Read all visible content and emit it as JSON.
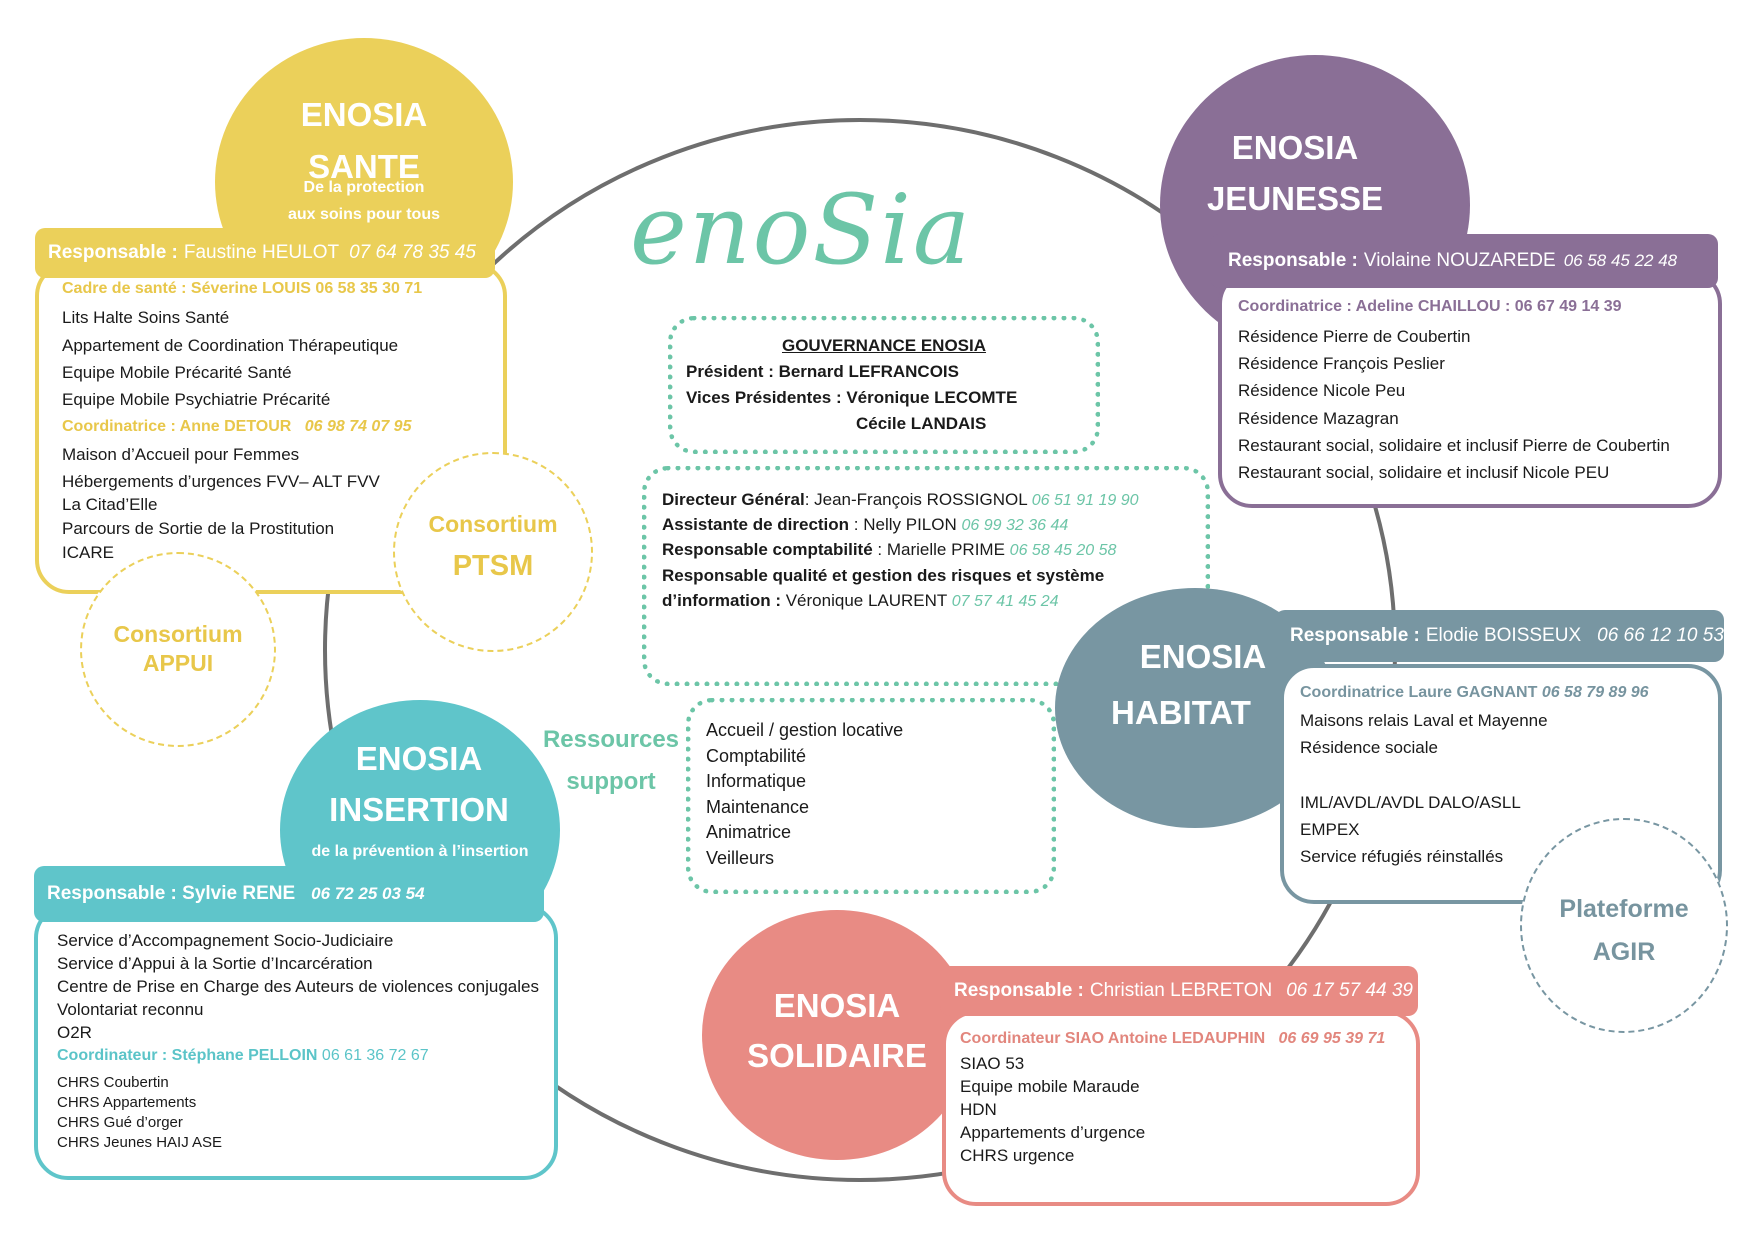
{
  "colors": {
    "sante": "#ebd05a",
    "jeunesse": "#8a6f96",
    "habitat": "#7896a2",
    "insertion": "#5fc5ca",
    "solidaire": "#e88b84",
    "accent_green": "#6cc5a7",
    "ring": "#6e6e6e"
  },
  "logo": {
    "text": "enoSia"
  },
  "sante": {
    "title1": "ENOSIA",
    "title2": "SANTE",
    "sub1": "De la protection",
    "sub2": "aux soins pour tous",
    "resp_label": "Responsable :",
    "resp_name": "Faustine HEULOT",
    "resp_phone": "07 64 78 35 45",
    "cadre": "Cadre de santé : Séverine LOUIS 06 58 35 30 71",
    "items1": [
      "Lits Halte Soins Santé",
      "Appartement de Coordination Thérapeutique",
      "Equipe Mobile Précarité Santé",
      "Equipe Mobile Psychiatrie Précarité"
    ],
    "coord_label": "Coordinatrice : Anne DETOUR",
    "coord_phone": "06 98 74 07 95",
    "items2": [
      "Maison d’Accueil pour Femmes",
      "Hébergements d’urgences FVV– ALT FVV",
      "La Citad’Elle",
      "Parcours de Sortie de la Prostitution",
      "ICARE"
    ]
  },
  "consortium_ptsm": {
    "line1": "Consortium",
    "line2": "PTSM"
  },
  "consortium_appui": {
    "line1": "Consortium",
    "line2": "APPUI"
  },
  "jeunesse": {
    "title1": "ENOSIA",
    "title2": "JEUNESSE",
    "resp_label": "Responsable :",
    "resp_name": "Violaine NOUZAREDE",
    "resp_phone": "06 58 45 22 48",
    "coord": "Coordinatrice : Adeline CHAILLOU : 06 67 49 14 39",
    "items": [
      "Résidence Pierre de Coubertin",
      "Résidence François Peslier",
      "Résidence Nicole Peu",
      "Résidence Mazagran",
      "Restaurant social, solidaire et inclusif Pierre de Coubertin",
      "Restaurant social, solidaire et inclusif Nicole PEU"
    ]
  },
  "gouvernance": {
    "title": "GOUVERNANCE ENOSIA",
    "president": "Président : Bernard LEFRANCOIS",
    "vices": "Vices Présidentes : Véronique LECOMTE",
    "vice2": "Cécile LANDAIS"
  },
  "direction": [
    {
      "label": "Directeur Général",
      "sep": ": ",
      "name": "Jean-François ROSSIGNOL",
      "phone": "06 51 91 19 90"
    },
    {
      "label": "Assistante de direction",
      "sep": " : ",
      "name": "Nelly PILON",
      "phone": "06 99 32 36 44"
    },
    {
      "label": "Responsable comptabilité",
      "sep": " : ",
      "name": "Marielle PRIME",
      "phone": "06 58 45 20 58"
    }
  ],
  "qualite": {
    "label1": "Responsable qualité et gestion des risques et système",
    "label2": "d’information :",
    "name": "Véronique LAURENT",
    "phone": "07 57 41  45 24"
  },
  "ressources": {
    "title1": "Ressources",
    "title2": "support",
    "items": [
      "Accueil / gestion locative",
      "Comptabilité",
      "Informatique",
      "Maintenance",
      "Animatrice",
      "Veilleurs"
    ]
  },
  "habitat": {
    "title1": "ENOSIA",
    "title2": "HABITAT",
    "resp_label": "Responsable :",
    "resp_name": "Elodie BOISSEUX",
    "resp_phone": "06 66 12 10 53",
    "coord_label": "Coordinatrice Laure GAGNANT",
    "coord_phone": "06 58 79 89 96",
    "items": [
      "Maisons relais Laval et Mayenne",
      "Résidence sociale",
      "IML/AVDL/AVDL DALO/ASLL",
      "EMPEX",
      "Service réfugiés réinstallés"
    ]
  },
  "plateforme": {
    "line1": "Plateforme",
    "line2": "AGIR"
  },
  "insertion": {
    "title1": "ENOSIA",
    "title2": "INSERTION",
    "sub": "de la prévention à l’insertion",
    "resp_label": "Responsable : Sylvie RENE",
    "resp_phone": "06 72 25  03 54",
    "items1": [
      "Service d’Accompagnement Socio-Judiciaire",
      "Service d’Appui à la Sortie d’Incarcération",
      "Centre de Prise en Charge des Auteurs de violences conjugales",
      "Volontariat reconnu",
      "O2R"
    ],
    "coord_label": "Coordinateur : Stéphane PELLOIN",
    "coord_phone": "06 61 36 72 67",
    "items2": [
      "CHRS Coubertin",
      "CHRS Appartements",
      "CHRS Gué d’orger",
      "CHRS Jeunes HAIJ ASE"
    ]
  },
  "solidaire": {
    "title1": "ENOSIA",
    "title2": "SOLIDAIRE",
    "resp_label": "Responsable :",
    "resp_name": "Christian LEBRETON",
    "resp_phone": "06 17 57 44 39",
    "coord_label": "Coordinateur SIAO Antoine LEDAUPHIN",
    "coord_phone": "06 69 95 39 71",
    "items": [
      "SIAO 53",
      "Equipe mobile Maraude",
      "HDN",
      "Appartements d’urgence",
      "CHRS urgence"
    ]
  }
}
